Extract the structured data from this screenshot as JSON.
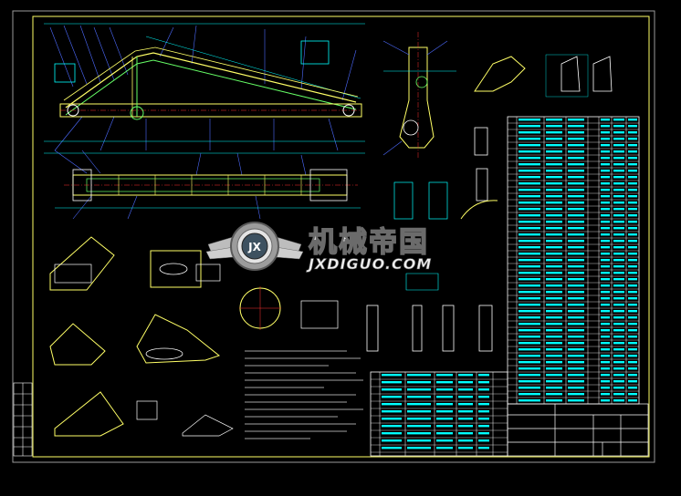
{
  "watermark": {
    "text_cn": "机械帝国",
    "text_en": "JXDIGUO.COM",
    "badge_text": "JX"
  },
  "colors": {
    "background": "#000000",
    "frame": "#c8c8c8",
    "part_outline": "#ffff66",
    "dimension": "#00ffff",
    "centerline": "#ff3333",
    "highlight": "#66ff66",
    "leader": "#4d6bff",
    "table_line": "#ffffff",
    "table_text": "#00ffff"
  }
}
